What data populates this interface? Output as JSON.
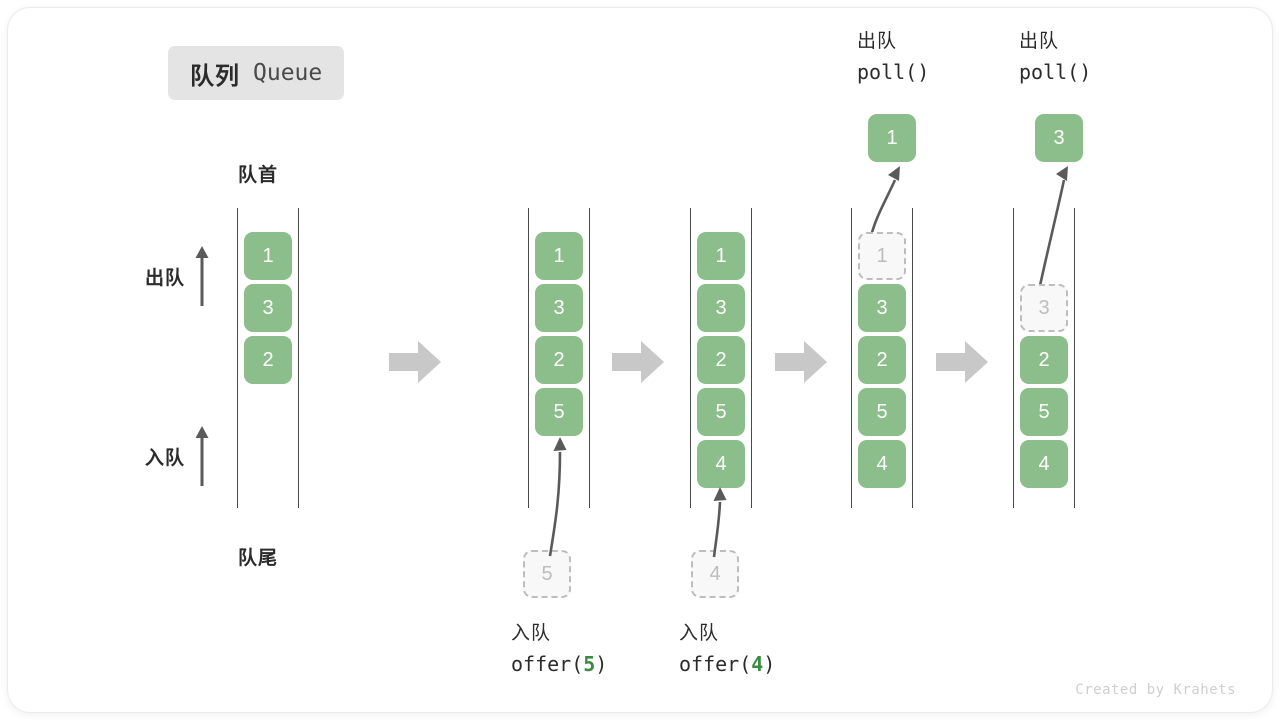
{
  "title": {
    "cn": "队列",
    "en": "Queue"
  },
  "labels": {
    "head": "队首",
    "tail": "队尾",
    "dequeue_side": "出队",
    "enqueue_side": "入队"
  },
  "watermark": "Created by Krahets",
  "colors": {
    "cell_fill": "#8cbe8c",
    "cell_text": "#ffffff",
    "ghost_fill": "#f8f8f8",
    "ghost_border": "#bdbdbd",
    "ghost_text": "#bdbdbd",
    "rail": "#4a4a4a",
    "arrow_gray": "#c8c8c8",
    "accent_green": "#3d8b42",
    "badge_bg": "#e4e4e4",
    "text": "#2b2b2b"
  },
  "chart_data": {
    "type": "diagram",
    "title": "队列 Queue",
    "description": "Queue operations: offer(5), offer(4), poll(), poll()",
    "steps": [
      {
        "id": "state-0",
        "cells": [
          "1",
          "3",
          "2"
        ],
        "ghost": null,
        "incoming": null,
        "popped": null,
        "caption": null
      },
      {
        "id": "state-1",
        "cells": [
          "1",
          "3",
          "2",
          "5"
        ],
        "ghost": null,
        "incoming": "5",
        "popped": null,
        "caption": {
          "line1": "入队",
          "fn": "offer(",
          "arg": "5",
          "close": ")"
        }
      },
      {
        "id": "state-2",
        "cells": [
          "1",
          "3",
          "2",
          "5",
          "4"
        ],
        "ghost": null,
        "incoming": "4",
        "popped": null,
        "caption": {
          "line1": "入队",
          "fn": "offer(",
          "arg": "4",
          "close": ")"
        }
      },
      {
        "id": "state-3",
        "cells": [
          "3",
          "2",
          "5",
          "4"
        ],
        "ghost": {
          "value": "1",
          "slot": 0
        },
        "incoming": null,
        "popped": "1",
        "caption": {
          "line1": "出队",
          "fn": "poll(",
          "arg": "",
          "close": ")"
        }
      },
      {
        "id": "state-4",
        "cells": [
          "2",
          "5",
          "4"
        ],
        "ghost": {
          "value": "3",
          "slot": 1
        },
        "incoming": null,
        "popped": "3",
        "caption": {
          "line1": "出队",
          "fn": "poll(",
          "arg": "",
          "close": ")"
        }
      }
    ]
  },
  "steps": {
    "s0": {
      "c0": "1",
      "c1": "3",
      "c2": "2"
    },
    "s1": {
      "c0": "1",
      "c1": "3",
      "c2": "2",
      "c3": "5",
      "ghost": "5",
      "cap1": "入队",
      "capfn": "offer(",
      "caparg": "5",
      "capclose": ")"
    },
    "s2": {
      "c0": "1",
      "c1": "3",
      "c2": "2",
      "c3": "5",
      "c4": "4",
      "ghost": "4",
      "cap1": "入队",
      "capfn": "offer(",
      "caparg": "4",
      "capclose": ")"
    },
    "s3": {
      "g0": "1",
      "c1": "3",
      "c2": "2",
      "c3": "5",
      "c4": "4",
      "popped": "1",
      "cap1": "出队",
      "capfn": "poll(",
      "capclose": ")"
    },
    "s4": {
      "g1": "3",
      "c2": "2",
      "c3": "5",
      "c4": "4",
      "popped": "3",
      "cap1": "出队",
      "capfn": "poll(",
      "capclose": ")"
    }
  }
}
